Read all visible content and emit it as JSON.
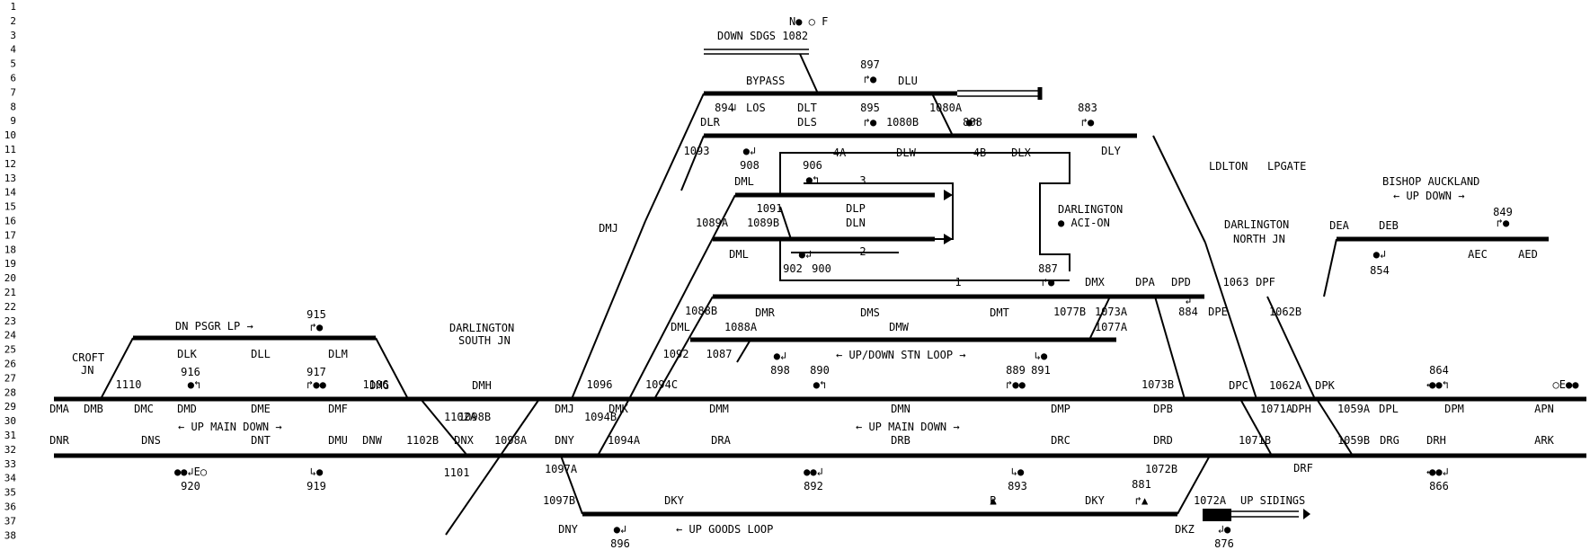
{
  "row_numbers": [
    "1",
    "2",
    "3",
    "4",
    "5",
    "6",
    "7",
    "8",
    "9",
    "10",
    "11",
    "12",
    "13",
    "14",
    "15",
    "16",
    "17",
    "18",
    "19",
    "20",
    "21",
    "22",
    "23",
    "24",
    "25",
    "26",
    "27",
    "28",
    "29",
    "30",
    "31",
    "32",
    "33",
    "34",
    "35",
    "36",
    "37",
    "38"
  ],
  "places": {
    "croft": "CROFT",
    "croft_jn": "JN",
    "darlington_south": "DARLINGTON",
    "darlington_south_jn": "SOUTH JN",
    "darlington_north": "DARLINGTON",
    "darlington_north_jn": "NORTH JN",
    "darlington_acion": "DARLINGTON",
    "acion": "● ACI-ON",
    "ldlton": "LDLTON",
    "lpgate": "LPGATE",
    "bishop_auckland": "BISHOP AUCKLAND",
    "bishop_updown": "← UP DOWN →"
  },
  "sidings": {
    "down_sdgs": "DOWN SDGS  1082",
    "nf": "N● ○ F",
    "up_sidings": "UP SIDINGS",
    "bypass": "BYPASS",
    "los": "LOS"
  },
  "line_names": {
    "dn_psgr_lp": "DN PSGR LP →",
    "up_main_down_left": "← UP MAIN DOWN →",
    "up_main_down_mid": "← UP MAIN DOWN →",
    "up_down_stn_loop": "← UP/DOWN STN LOOP →",
    "up_goods_loop": "← UP GOODS LOOP",
    "arrow_lr": "⟷"
  },
  "track_sections": [
    {
      "id": "dma",
      "text": "DMA"
    },
    {
      "id": "dmb",
      "text": "DMB"
    },
    {
      "id": "dmc",
      "text": "DMC"
    },
    {
      "id": "dmd",
      "text": "DMD"
    },
    {
      "id": "dme",
      "text": "DME"
    },
    {
      "id": "dmf",
      "text": "DMF"
    },
    {
      "id": "dmg",
      "text": "DMG"
    },
    {
      "id": "dmh",
      "text": "DMH"
    },
    {
      "id": "dmj",
      "text": "DMJ"
    },
    {
      "id": "dmj2",
      "text": "DMJ"
    },
    {
      "id": "dmk",
      "text": "DMK"
    },
    {
      "id": "dmm",
      "text": "DMM"
    },
    {
      "id": "dmn",
      "text": "DMN"
    },
    {
      "id": "dmp",
      "text": "DMP"
    },
    {
      "id": "dpb",
      "text": "DPB"
    },
    {
      "id": "dpc",
      "text": "DPC"
    },
    {
      "id": "dph",
      "text": "DPH"
    },
    {
      "id": "dpk",
      "text": "DPK"
    },
    {
      "id": "dpl",
      "text": "DPL"
    },
    {
      "id": "dpm",
      "text": "DPM"
    },
    {
      "id": "apn",
      "text": "APN"
    },
    {
      "id": "dnr",
      "text": "DNR"
    },
    {
      "id": "dns",
      "text": "DNS"
    },
    {
      "id": "dnt",
      "text": "DNT"
    },
    {
      "id": "dmu",
      "text": "DMU"
    },
    {
      "id": "dnw",
      "text": "DNW"
    },
    {
      "id": "dnx",
      "text": "DNX"
    },
    {
      "id": "dny",
      "text": "DNY"
    },
    {
      "id": "dra",
      "text": "DRA"
    },
    {
      "id": "drb",
      "text": "DRB"
    },
    {
      "id": "drc",
      "text": "DRC"
    },
    {
      "id": "drd",
      "text": "DRD"
    },
    {
      "id": "drf",
      "text": "DRF"
    },
    {
      "id": "drg",
      "text": "DRG"
    },
    {
      "id": "drh",
      "text": "DRH"
    },
    {
      "id": "ark",
      "text": "ARK"
    },
    {
      "id": "dlk",
      "text": "DLK"
    },
    {
      "id": "dll",
      "text": "DLL"
    },
    {
      "id": "dlm",
      "text": "DLM"
    },
    {
      "id": "dlu",
      "text": "DLU"
    },
    {
      "id": "dlt",
      "text": "DLT"
    },
    {
      "id": "dls",
      "text": "DLS"
    },
    {
      "id": "dlr",
      "text": "DLR"
    },
    {
      "id": "dly",
      "text": "DLY"
    },
    {
      "id": "dml1",
      "text": "DML"
    },
    {
      "id": "dlp",
      "text": "DLP"
    },
    {
      "id": "dln",
      "text": "DLN"
    },
    {
      "id": "dml2",
      "text": "DML"
    },
    {
      "id": "dmr",
      "text": "DMR"
    },
    {
      "id": "dms",
      "text": "DMS"
    },
    {
      "id": "dmt",
      "text": "DMT"
    },
    {
      "id": "dmx",
      "text": "DMX"
    },
    {
      "id": "dml3",
      "text": "DML"
    },
    {
      "id": "dmw",
      "text": "DMW"
    },
    {
      "id": "dpa",
      "text": "DPA"
    },
    {
      "id": "dpd",
      "text": "DPD"
    },
    {
      "id": "dpe",
      "text": "DPE"
    },
    {
      "id": "dpf",
      "text": "DPF"
    },
    {
      "id": "dea",
      "text": "DEA"
    },
    {
      "id": "deb",
      "text": "DEB"
    },
    {
      "id": "aec",
      "text": "AEC"
    },
    {
      "id": "aed",
      "text": "AED"
    },
    {
      "id": "dky1",
      "text": "DKY"
    },
    {
      "id": "dky2",
      "text": "DKY"
    },
    {
      "id": "dny2",
      "text": "DNY"
    },
    {
      "id": "dkz",
      "text": "DKZ"
    },
    {
      "id": "dlw",
      "text": "DLW"
    },
    {
      "id": "dlx",
      "text": "DLX"
    }
  ],
  "points": [
    {
      "id": "p1110",
      "text": "1110"
    },
    {
      "id": "p1106",
      "text": "1106"
    },
    {
      "id": "p1102a",
      "text": "1102A"
    },
    {
      "id": "p1102b",
      "text": "1102B"
    },
    {
      "id": "p1101",
      "text": "1101"
    },
    {
      "id": "p1098b",
      "text": "1098B"
    },
    {
      "id": "p1098a",
      "text": "1098A"
    },
    {
      "id": "p1096",
      "text": "1096"
    },
    {
      "id": "p1094b",
      "text": "1094B"
    },
    {
      "id": "p1094a",
      "text": "1094A"
    },
    {
      "id": "p1094c",
      "text": "1094C"
    },
    {
      "id": "p1097a",
      "text": "1097A"
    },
    {
      "id": "p1097b",
      "text": "1097B"
    },
    {
      "id": "p1093",
      "text": "1093"
    },
    {
      "id": "p1092",
      "text": "1092"
    },
    {
      "id": "p1087",
      "text": "1087"
    },
    {
      "id": "p1088b",
      "text": "1088B"
    },
    {
      "id": "p1088a",
      "text": "1088A"
    },
    {
      "id": "p1089a",
      "text": "1089A"
    },
    {
      "id": "p1089b",
      "text": "1089B"
    },
    {
      "id": "p1091",
      "text": "1091"
    },
    {
      "id": "p1080a",
      "text": "1080A"
    },
    {
      "id": "p1080b",
      "text": "1080B"
    },
    {
      "id": "p1077b",
      "text": "1077B"
    },
    {
      "id": "p1077a",
      "text": "1077A"
    },
    {
      "id": "p1073a",
      "text": "1073A"
    },
    {
      "id": "p1073b",
      "text": "1073B"
    },
    {
      "id": "p1072b",
      "text": "1072B"
    },
    {
      "id": "p1072a",
      "text": "1072A"
    },
    {
      "id": "p1071b",
      "text": "1071B"
    },
    {
      "id": "p1071a",
      "text": "1071A"
    },
    {
      "id": "p1063",
      "text": "1063"
    },
    {
      "id": "p1062b",
      "text": "1062B"
    },
    {
      "id": "p1062a",
      "text": "1062A"
    },
    {
      "id": "p1059a",
      "text": "1059A"
    },
    {
      "id": "p1059b",
      "text": "1059B"
    },
    {
      "id": "r1",
      "text": "1"
    },
    {
      "id": "r2",
      "text": "2"
    },
    {
      "id": "r3",
      "text": "3"
    },
    {
      "id": "r4a",
      "text": "4A"
    },
    {
      "id": "r4b",
      "text": "4B"
    }
  ],
  "signals": [
    {
      "id": "s915",
      "text": "915",
      "glyph": "↱●"
    },
    {
      "id": "s916",
      "text": "916",
      "glyph": "●↰"
    },
    {
      "id": "s917",
      "text": "917",
      "glyph": "↱●●"
    },
    {
      "id": "s920",
      "text": "920",
      "glyph": "●●↲E○"
    },
    {
      "id": "s919",
      "text": "919",
      "glyph": "↳●"
    },
    {
      "id": "s897",
      "text": "897",
      "glyph": "↱●"
    },
    {
      "id": "s894",
      "text": "894",
      "glyph": "↲"
    },
    {
      "id": "s895",
      "text": "895",
      "glyph": "↱●"
    },
    {
      "id": "s888",
      "text": "888",
      "glyph": "●↰"
    },
    {
      "id": "s883",
      "text": "883",
      "glyph": "↱●"
    },
    {
      "id": "s908",
      "text": "908",
      "glyph": "●↲"
    },
    {
      "id": "s906",
      "text": "906",
      "glyph": "●↰"
    },
    {
      "id": "s902",
      "text": "902",
      "glyph": "●↲"
    },
    {
      "id": "s900",
      "text": "900",
      "glyph": ""
    },
    {
      "id": "s887",
      "text": "887",
      "glyph": "↱●"
    },
    {
      "id": "s898",
      "text": "898",
      "glyph": "●↲"
    },
    {
      "id": "s890",
      "text": "890",
      "glyph": "●↰"
    },
    {
      "id": "s889",
      "text": "889",
      "glyph": "↱●●"
    },
    {
      "id": "s891",
      "text": "891",
      "glyph": "↳●"
    },
    {
      "id": "s892",
      "text": "892",
      "glyph": "●●↲"
    },
    {
      "id": "s893",
      "text": "893",
      "glyph": "↳●"
    },
    {
      "id": "s881",
      "text": "881",
      "glyph": "↱▲"
    },
    {
      "id": "s896",
      "text": "896",
      "glyph": "●↲"
    },
    {
      "id": "s876",
      "text": "876",
      "glyph": "↲●"
    },
    {
      "id": "s884",
      "text": "884",
      "glyph": "↲"
    },
    {
      "id": "s854",
      "text": "854",
      "glyph": "●↲"
    },
    {
      "id": "s849",
      "text": "849",
      "glyph": "↱●"
    },
    {
      "id": "s864",
      "text": "864",
      "glyph": "●●↰"
    },
    {
      "id": "s866",
      "text": "866",
      "glyph": "●●↲"
    },
    {
      "id": "sR",
      "text": "R",
      "glyph": "▲"
    },
    {
      "id": "sE",
      "text": "○E●●",
      "glyph": ""
    }
  ],
  "colors": {
    "track": "#000000",
    "background": "#ffffff"
  }
}
